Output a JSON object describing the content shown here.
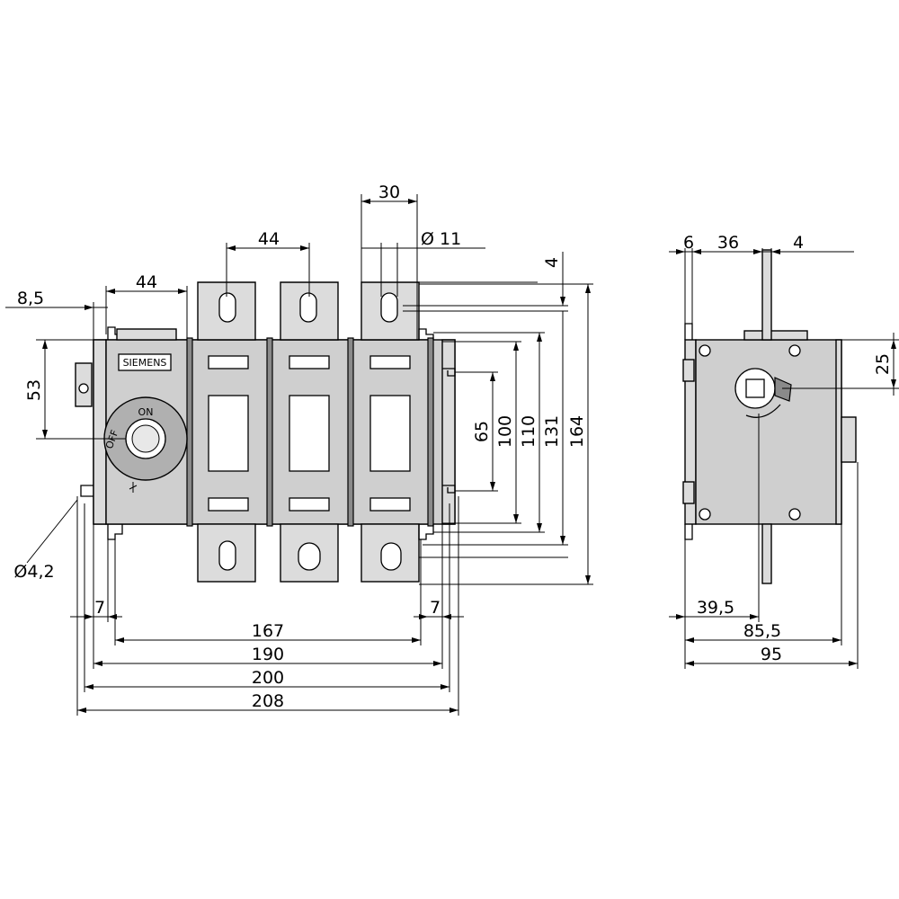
{
  "front_view": {
    "brand_label": "SIEMENS",
    "handle_marks": [
      "ON",
      "OFF"
    ],
    "dimensions": {
      "d_44_left": "44",
      "d_8_5": "8,5",
      "d_44_top": "44",
      "d_30": "30",
      "d_11": "Ø 11",
      "d_4": "4",
      "d_53": "53",
      "d_65": "65",
      "d_100": "100",
      "d_110": "110",
      "d_131": "131",
      "d_164": "164",
      "d_4_2": "Ø4,2",
      "d_7_left": "7",
      "d_7_right": "7",
      "d_167": "167",
      "d_190": "190",
      "d_200": "200",
      "d_208": "208"
    }
  },
  "side_view": {
    "dimensions": {
      "d_6": "6",
      "d_36": "36",
      "d_4": "4",
      "d_25": "25",
      "d_39_5": "39,5",
      "d_85_5": "85,5",
      "d_95": "95"
    }
  }
}
